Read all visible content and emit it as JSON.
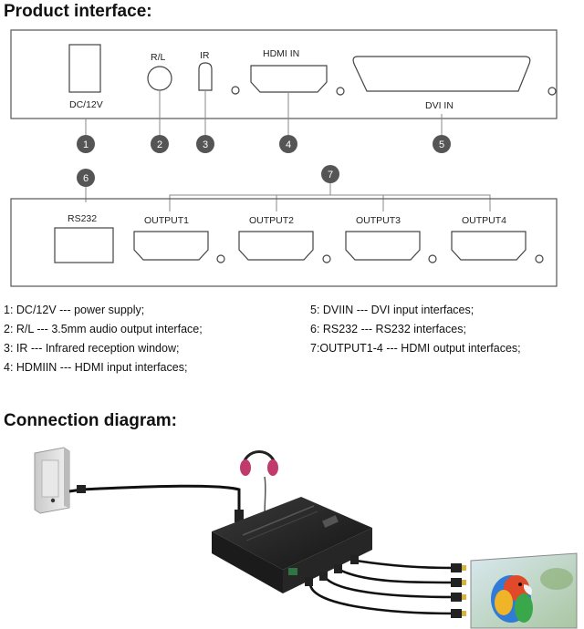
{
  "titles": {
    "product_interface": "Product interface:",
    "connection_diagram": "Connection diagram:"
  },
  "top_panel": {
    "dc": "DC/12V",
    "rl": "R/L",
    "ir": "IR",
    "hdmi_in": "HDMI IN",
    "dvi_in": "DVI IN"
  },
  "bottom_panel": {
    "rs232": "RS232",
    "outputs": [
      "OUTPUT1",
      "OUTPUT2",
      "OUTPUT3",
      "OUTPUT4"
    ]
  },
  "callouts": [
    "1",
    "2",
    "3",
    "4",
    "5",
    "6",
    "7"
  ],
  "legend": {
    "left": [
      "1:  DC/12V --- power supply;",
      "2:  R/L --- 3.5mm audio output interface;",
      "3:  IR --- Infrared reception window;",
      "4:  HDMIIN --- HDMI input interfaces;"
    ],
    "right": [
      "5:  DVIIN --- DVI input interfaces;",
      "6:  RS232 --- RS232 interfaces;",
      "7:OUTPUT1-4 --- HDMI output interfaces;"
    ]
  }
}
